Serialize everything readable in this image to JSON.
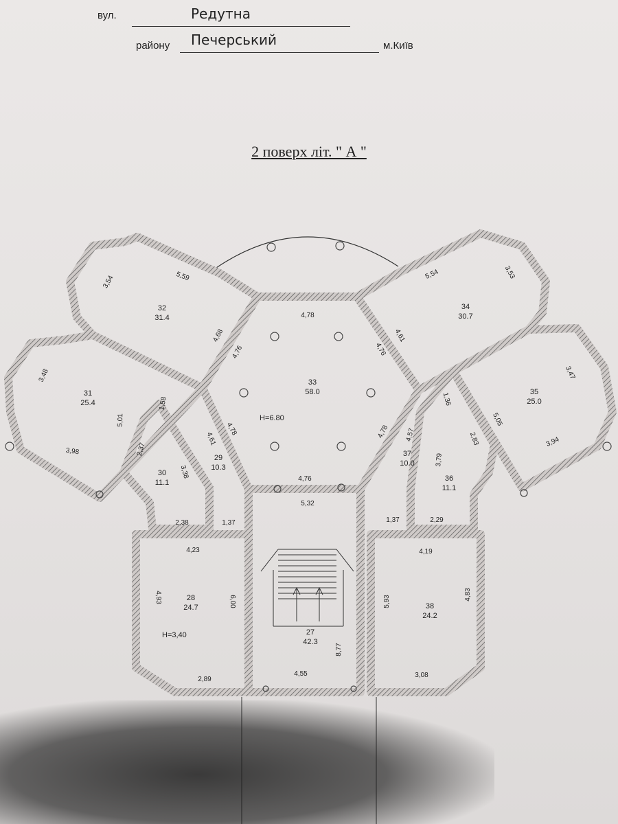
{
  "header": {
    "street_label": "вул.",
    "street_value": "Редутна",
    "district_label": "району",
    "district_value": "Печерський",
    "city": "м.Київ"
  },
  "title": "2 поверх літ. \" А \"",
  "rooms": [
    {
      "id": "32",
      "area": "31.4"
    },
    {
      "id": "31",
      "area": "25.4"
    },
    {
      "id": "33",
      "area": "58.0"
    },
    {
      "id": "34",
      "area": "30.7"
    },
    {
      "id": "35",
      "area": "25.0"
    },
    {
      "id": "29",
      "area": "10.3"
    },
    {
      "id": "30",
      "area": "11.1"
    },
    {
      "id": "37",
      "area": "10.0"
    },
    {
      "id": "36",
      "area": "11.1"
    },
    {
      "id": "28",
      "area": "24.7"
    },
    {
      "id": "27",
      "area": "42.3"
    },
    {
      "id": "38",
      "area": "24.2"
    }
  ],
  "heights": {
    "hall": "H=6.80",
    "room28": "H=3,40"
  },
  "dimensions": {
    "d1": "3,54",
    "d2": "5,59",
    "d3": "4,68",
    "d4": "4,78",
    "d5": "4,76",
    "d6": "5,54",
    "d7": "3,53",
    "d8": "4,61",
    "d9": "4,76",
    "d10": "3,48",
    "d11": "5,01",
    "d12": "3,98",
    "d13": "1,58",
    "d14": "2,37",
    "d15": "3,38",
    "d16": "4,61",
    "d17": "4,78",
    "d18": "4,78",
    "d19": "4,57",
    "d20": "1,36",
    "d21": "3,47",
    "d22": "5,05",
    "d23": "3,94",
    "d24": "2,83",
    "d25": "3,79",
    "d26": "4,76",
    "d27": "5,32",
    "d28": "2,38",
    "d29": "1,37",
    "d30": "1,37",
    "d31": "2,29",
    "d32": "4,23",
    "d33": "4,93",
    "d34": "6,00",
    "d35": "2,89",
    "d36": "4,19",
    "d37": "5,93",
    "d38": "4,83",
    "d39": "3,08",
    "d40": "4,55",
    "d41": "8,77"
  }
}
